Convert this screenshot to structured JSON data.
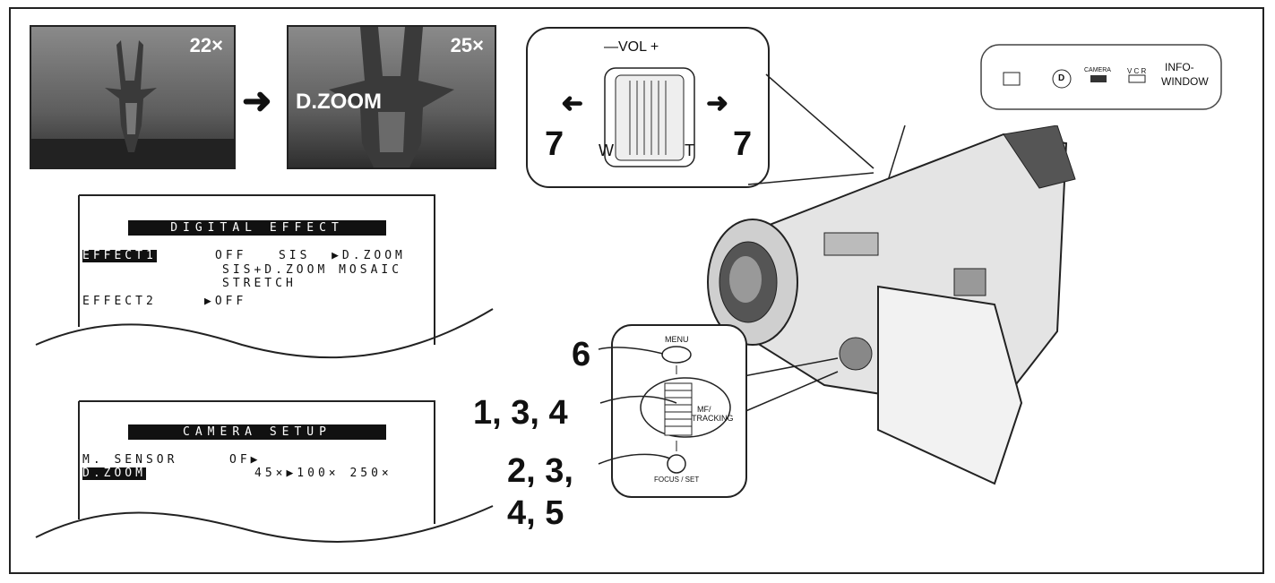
{
  "photos": {
    "before_zoom": "22×",
    "after_zoom": "25×",
    "after_label": "D.ZOOM"
  },
  "zoom_lever": {
    "vol_label": "—VOL +",
    "w_label": "W",
    "t_label": "T",
    "step_left": "7",
    "step_right": "7"
  },
  "info_window": {
    "camera_label": "CAMERA",
    "vcr_label": "V C R",
    "info_label_1": "INFO-",
    "info_label_2": "WINDOW",
    "d_icon": "D"
  },
  "digital_effect_menu": {
    "title": "DIGITAL EFFECT",
    "effect1_label": "EFFECT1",
    "effect1_row1": "OFF   SIS  ▶D.ZOOM",
    "effect1_row2": "SIS+D.ZOOM MOSAIC",
    "effect1_row3": "STRETCH",
    "effect2_label": "EFFECT2",
    "effect2_value": "▶OFF"
  },
  "camera_setup_menu": {
    "title": "CAMERA SETUP",
    "msensor_label": "M. SENSOR",
    "msensor_value": "OF▶",
    "dzoom_label": "D.ZOOM",
    "dzoom_value": "45×▶100× 250×"
  },
  "controls": {
    "menu_label": "MENU",
    "dial_label_1": "MF/",
    "dial_label_2": "TRACKING",
    "focus_label": "FOCUS / SET"
  },
  "steps": {
    "s6": "6",
    "s134": "1, 3, 4",
    "s23": "2, 3,",
    "s45": "4, 5"
  }
}
